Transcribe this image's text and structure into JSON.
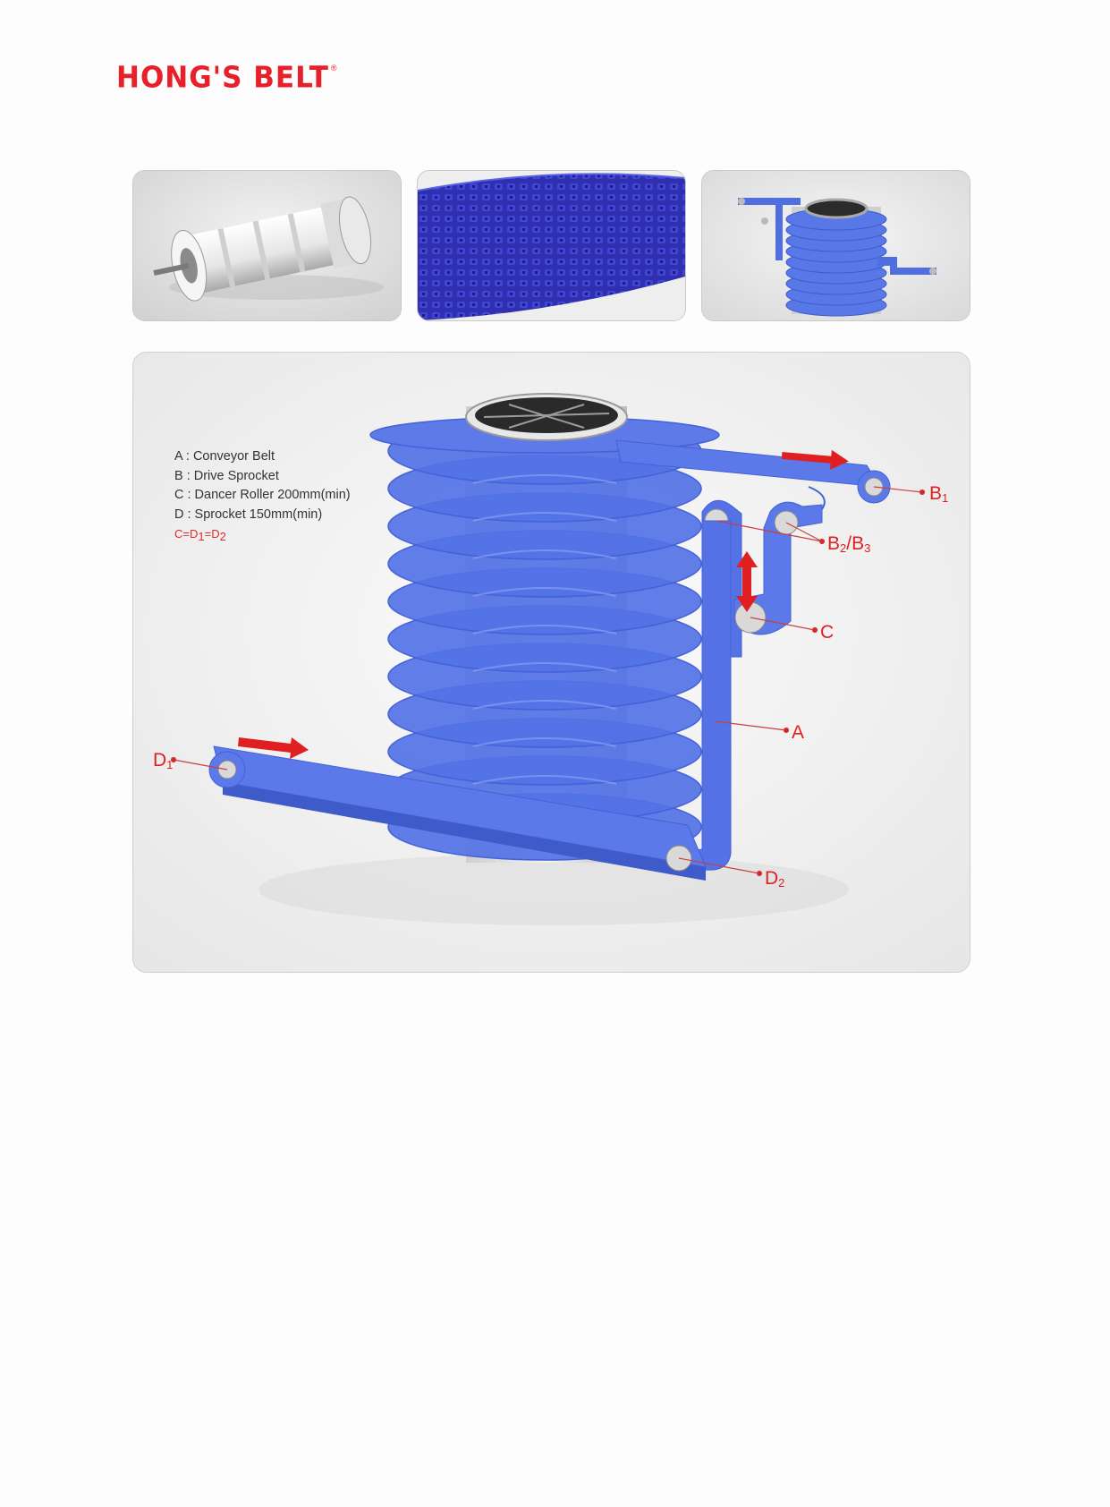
{
  "brand": {
    "name": "HONG'S BELT",
    "reg": "®",
    "color": "#e8202a"
  },
  "thumbnails": [
    {
      "name": "drive-sprocket-assembly"
    },
    {
      "name": "modular-plastic-belt"
    },
    {
      "name": "spiral-conveyor-model"
    }
  ],
  "legend": {
    "a": "A : Conveyor Belt",
    "b": "B : Drive Sprocket",
    "c": "C : Dancer Roller 200mm(min)",
    "d": "D : Sprocket 150mm(min)",
    "eq": {
      "c": "C=D",
      "s1": "1",
      "mid": "=D",
      "s2": "2"
    }
  },
  "labels": {
    "b1": {
      "main": "B",
      "sub": "1"
    },
    "b23": {
      "b": "B",
      "s2": "2",
      "slash": "/B",
      "s3": "3"
    },
    "c": "C",
    "a": "A",
    "d1": {
      "main": "D",
      "sub": "1"
    },
    "d2": {
      "main": "D",
      "sub": "2"
    }
  },
  "colors": {
    "belt": "#4f6fe0",
    "belt_dark": "#3b55c4",
    "accent": "#e02020"
  }
}
